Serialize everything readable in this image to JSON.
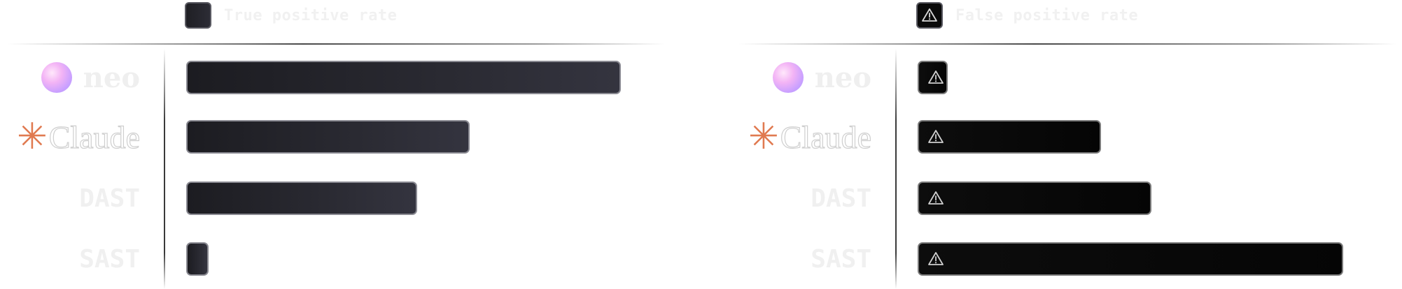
{
  "colors": {
    "tpr_bar": "#24242b",
    "fpr_bar": "#0a0a0a",
    "bar_border": "#8a8a92",
    "claude_accent": "#e07a50",
    "neo_orb": "#e6b3f7"
  },
  "chart_data": [
    {
      "type": "bar",
      "orientation": "horizontal",
      "legend": "True positive rate",
      "legend_position": "top-left",
      "categories": [
        "neo",
        "Claude",
        "DAST",
        "SAST"
      ],
      "values": [
        0.95,
        0.62,
        0.505,
        0.04
      ],
      "xlim": [
        0,
        1
      ],
      "bar_icon": null,
      "grid": false
    },
    {
      "type": "bar",
      "orientation": "horizontal",
      "legend": "False positive rate",
      "legend_position": "top-left",
      "legend_icon": "warning-triangle-icon",
      "categories": [
        "neo",
        "Claude",
        "DAST",
        "SAST"
      ],
      "values": [
        0.065,
        0.4,
        0.51,
        0.93
      ],
      "xlim": [
        0,
        1
      ],
      "bar_icon": "warning-triangle-icon",
      "grid": false
    }
  ]
}
